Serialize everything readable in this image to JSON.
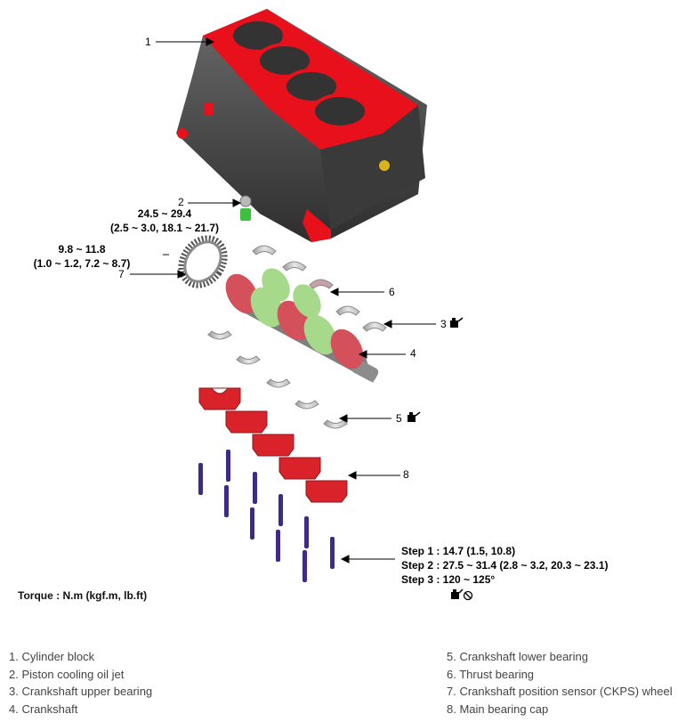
{
  "callouts": {
    "c1": "1",
    "c2": "2",
    "c3": "3",
    "c4": "4",
    "c5": "5",
    "c6": "6",
    "c7": "7",
    "c8": "8"
  },
  "torque_specs": {
    "jet_line1": "24.5 ~ 29.4",
    "jet_line2": "(2.5 ~ 3.0, 18.1 ~ 21.7)",
    "ckps_line1": "9.8 ~ 11.8",
    "ckps_line2": "(1.0 ~ 1.2, 7.2 ~ 8.7)",
    "step1": "Step 1 : 14.7 (1.5, 10.8)",
    "step2": "Step 2 : 27.5 ~ 31.4 (2.8 ~ 3.2, 20.3 ~ 23.1)",
    "step3": "Step 3 : 120 ~ 125°"
  },
  "torque_unit_note": "Torque : N.m (kgf.m, lb.ft)",
  "legend": {
    "left": [
      "1. Cylinder block",
      "2. Piston cooling oil jet",
      "3. Crankshaft upper bearing",
      "4. Crankshaft"
    ],
    "right": [
      "5. Crankshaft lower bearing",
      "6. Thrust bearing",
      "7. Crankshaft position sensor (CKPS) wheel",
      "8. Main bearing cap"
    ]
  },
  "icons": [
    "oil-can-icon",
    "oil-can-icon",
    "no-reuse-icon"
  ],
  "colors": {
    "block_red": "#e8101a",
    "block_gray": "#4a4a4a",
    "bearing_cap_red": "#d9222a",
    "crank_green": "#a6d98a",
    "crank_red": "#d4505a"
  }
}
